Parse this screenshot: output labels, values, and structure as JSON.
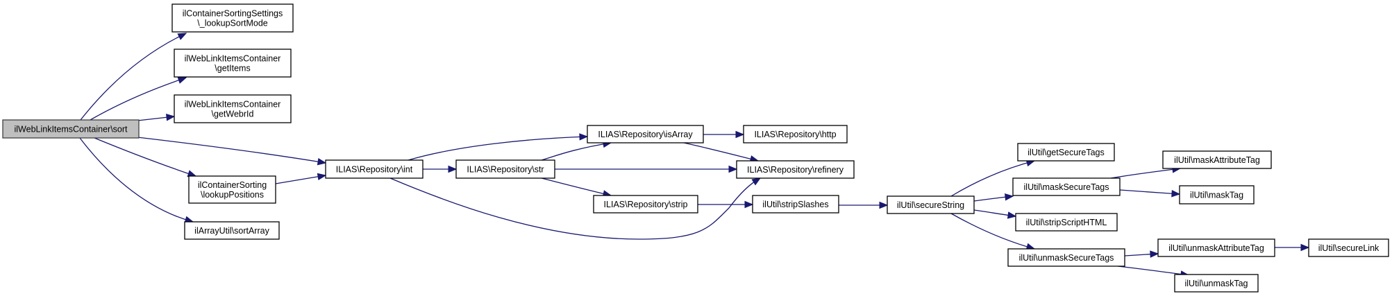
{
  "diagram": {
    "type": "call-graph",
    "colors": {
      "edge": "#191970",
      "root_fill": "#bfbfbf",
      "node_fill": "#ffffff",
      "node_border": "#000000"
    },
    "nodes": [
      {
        "id": "sort",
        "lines": [
          "ilWebLinkItemsContainer\\sort"
        ],
        "root": true
      },
      {
        "id": "lookupSortMode",
        "lines": [
          "ilContainerSortingSettings",
          "\\_lookupSortMode"
        ]
      },
      {
        "id": "getItems",
        "lines": [
          "ilWebLinkItemsContainer",
          "\\getItems"
        ]
      },
      {
        "id": "getWebrId",
        "lines": [
          "ilWebLinkItemsContainer",
          "\\getWebrId"
        ]
      },
      {
        "id": "lookupPositions",
        "lines": [
          "ilContainerSorting",
          "\\lookupPositions"
        ]
      },
      {
        "id": "sortArray",
        "lines": [
          "ilArrayUtil\\sortArray"
        ]
      },
      {
        "id": "int",
        "lines": [
          "ILIAS\\Repository\\int"
        ]
      },
      {
        "id": "str",
        "lines": [
          "ILIAS\\Repository\\str"
        ]
      },
      {
        "id": "isArray",
        "lines": [
          "ILIAS\\Repository\\isArray"
        ]
      },
      {
        "id": "http",
        "lines": [
          "ILIAS\\Repository\\http"
        ]
      },
      {
        "id": "refinery",
        "lines": [
          "ILIAS\\Repository\\refinery"
        ]
      },
      {
        "id": "strip",
        "lines": [
          "ILIAS\\Repository\\strip"
        ]
      },
      {
        "id": "stripSlashes",
        "lines": [
          "ilUtil\\stripSlashes"
        ]
      },
      {
        "id": "secureString",
        "lines": [
          "ilUtil\\secureString"
        ]
      },
      {
        "id": "getSecureTags",
        "lines": [
          "ilUtil\\getSecureTags"
        ]
      },
      {
        "id": "maskSecureTags",
        "lines": [
          "ilUtil\\maskSecureTags"
        ]
      },
      {
        "id": "stripScriptHTML",
        "lines": [
          "ilUtil\\stripScriptHTML"
        ]
      },
      {
        "id": "unmaskSecureTags",
        "lines": [
          "ilUtil\\unmaskSecureTags"
        ]
      },
      {
        "id": "maskAttributeTag",
        "lines": [
          "ilUtil\\maskAttributeTag"
        ]
      },
      {
        "id": "maskTag",
        "lines": [
          "ilUtil\\maskTag"
        ]
      },
      {
        "id": "unmaskAttributeTag",
        "lines": [
          "ilUtil\\unmaskAttributeTag"
        ]
      },
      {
        "id": "secureLink",
        "lines": [
          "ilUtil\\secureLink"
        ]
      },
      {
        "id": "unmaskTag",
        "lines": [
          "ilUtil\\unmaskTag"
        ]
      }
    ],
    "edges": [
      {
        "from": "sort",
        "to": "lookupSortMode"
      },
      {
        "from": "sort",
        "to": "getItems"
      },
      {
        "from": "sort",
        "to": "getWebrId"
      },
      {
        "from": "sort",
        "to": "int"
      },
      {
        "from": "sort",
        "to": "lookupPositions"
      },
      {
        "from": "sort",
        "to": "sortArray"
      },
      {
        "from": "lookupPositions",
        "to": "int"
      },
      {
        "from": "int",
        "to": "isArray"
      },
      {
        "from": "int",
        "to": "str"
      },
      {
        "from": "int",
        "to": "refinery"
      },
      {
        "from": "str",
        "to": "isArray"
      },
      {
        "from": "str",
        "to": "refinery"
      },
      {
        "from": "str",
        "to": "strip"
      },
      {
        "from": "isArray",
        "to": "http"
      },
      {
        "from": "isArray",
        "to": "refinery"
      },
      {
        "from": "strip",
        "to": "stripSlashes"
      },
      {
        "from": "stripSlashes",
        "to": "secureString"
      },
      {
        "from": "secureString",
        "to": "getSecureTags"
      },
      {
        "from": "secureString",
        "to": "maskSecureTags"
      },
      {
        "from": "secureString",
        "to": "stripScriptHTML"
      },
      {
        "from": "secureString",
        "to": "unmaskSecureTags"
      },
      {
        "from": "maskSecureTags",
        "to": "maskAttributeTag"
      },
      {
        "from": "maskSecureTags",
        "to": "maskTag"
      },
      {
        "from": "unmaskSecureTags",
        "to": "unmaskAttributeTag"
      },
      {
        "from": "unmaskSecureTags",
        "to": "unmaskTag"
      },
      {
        "from": "unmaskAttributeTag",
        "to": "secureLink"
      }
    ]
  }
}
